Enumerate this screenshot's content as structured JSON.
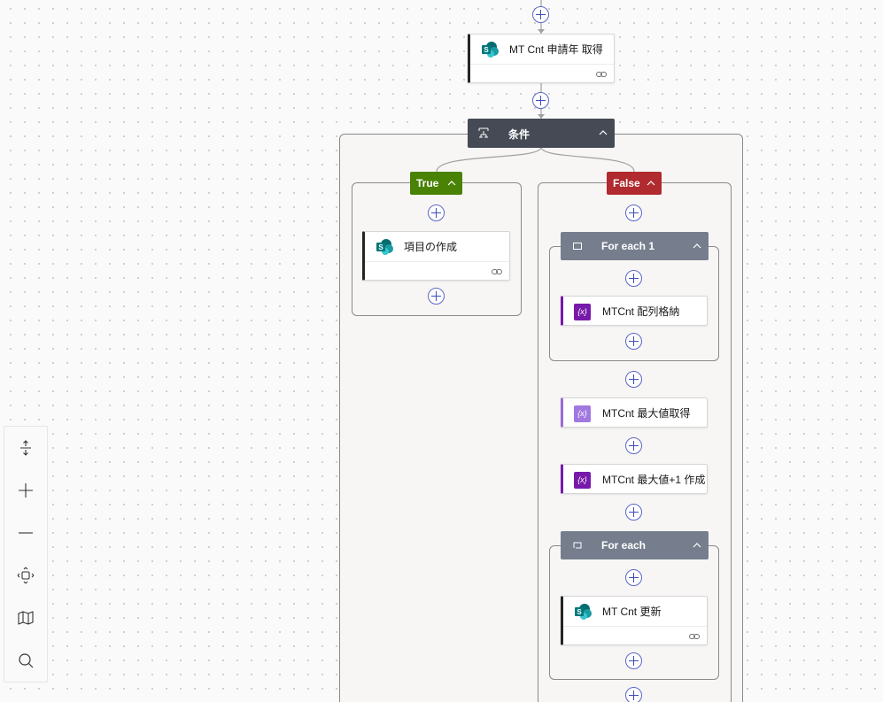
{
  "canvas": {
    "top_action": {
      "title": "MT Cnt 申請年 取得",
      "icon": "sharepoint-icon"
    },
    "condition": {
      "title": "条件",
      "icon": "condition-icon",
      "true_branch": {
        "label": "True",
        "actions": [
          {
            "title": "項目の作成",
            "icon": "sharepoint-icon"
          }
        ]
      },
      "false_branch": {
        "label": "False",
        "foreach1": {
          "title": "For each 1",
          "icon": "loop-icon",
          "actions": [
            {
              "title": "MTCnt 配列格納",
              "icon": "variable-icon"
            }
          ]
        },
        "actions": [
          {
            "title": "MTCnt 最大値取得",
            "icon": "variable-icon"
          },
          {
            "title": "MTCnt 最大値+1 作成",
            "icon": "variable-icon"
          }
        ],
        "foreach2": {
          "title": "For each",
          "icon": "loop-icon",
          "actions": [
            {
              "title": "MT Cnt 更新",
              "icon": "sharepoint-icon"
            }
          ]
        }
      }
    }
  },
  "zoom_controls": [
    {
      "name": "fit-height",
      "icon": "fit-vertical-icon"
    },
    {
      "name": "zoom-in",
      "icon": "plus-icon"
    },
    {
      "name": "zoom-out",
      "icon": "minus-icon"
    },
    {
      "name": "fit-view",
      "icon": "center-view-icon"
    },
    {
      "name": "minimap",
      "icon": "map-icon"
    },
    {
      "name": "search",
      "icon": "search-icon"
    }
  ],
  "colors": {
    "condition_header": "#454a55",
    "foreach_header": "#767e8e",
    "true_badge": "#498205",
    "false_badge": "#b02a2f",
    "add_button_border": "#5a67c8",
    "variable_accent": "#7719aa"
  }
}
